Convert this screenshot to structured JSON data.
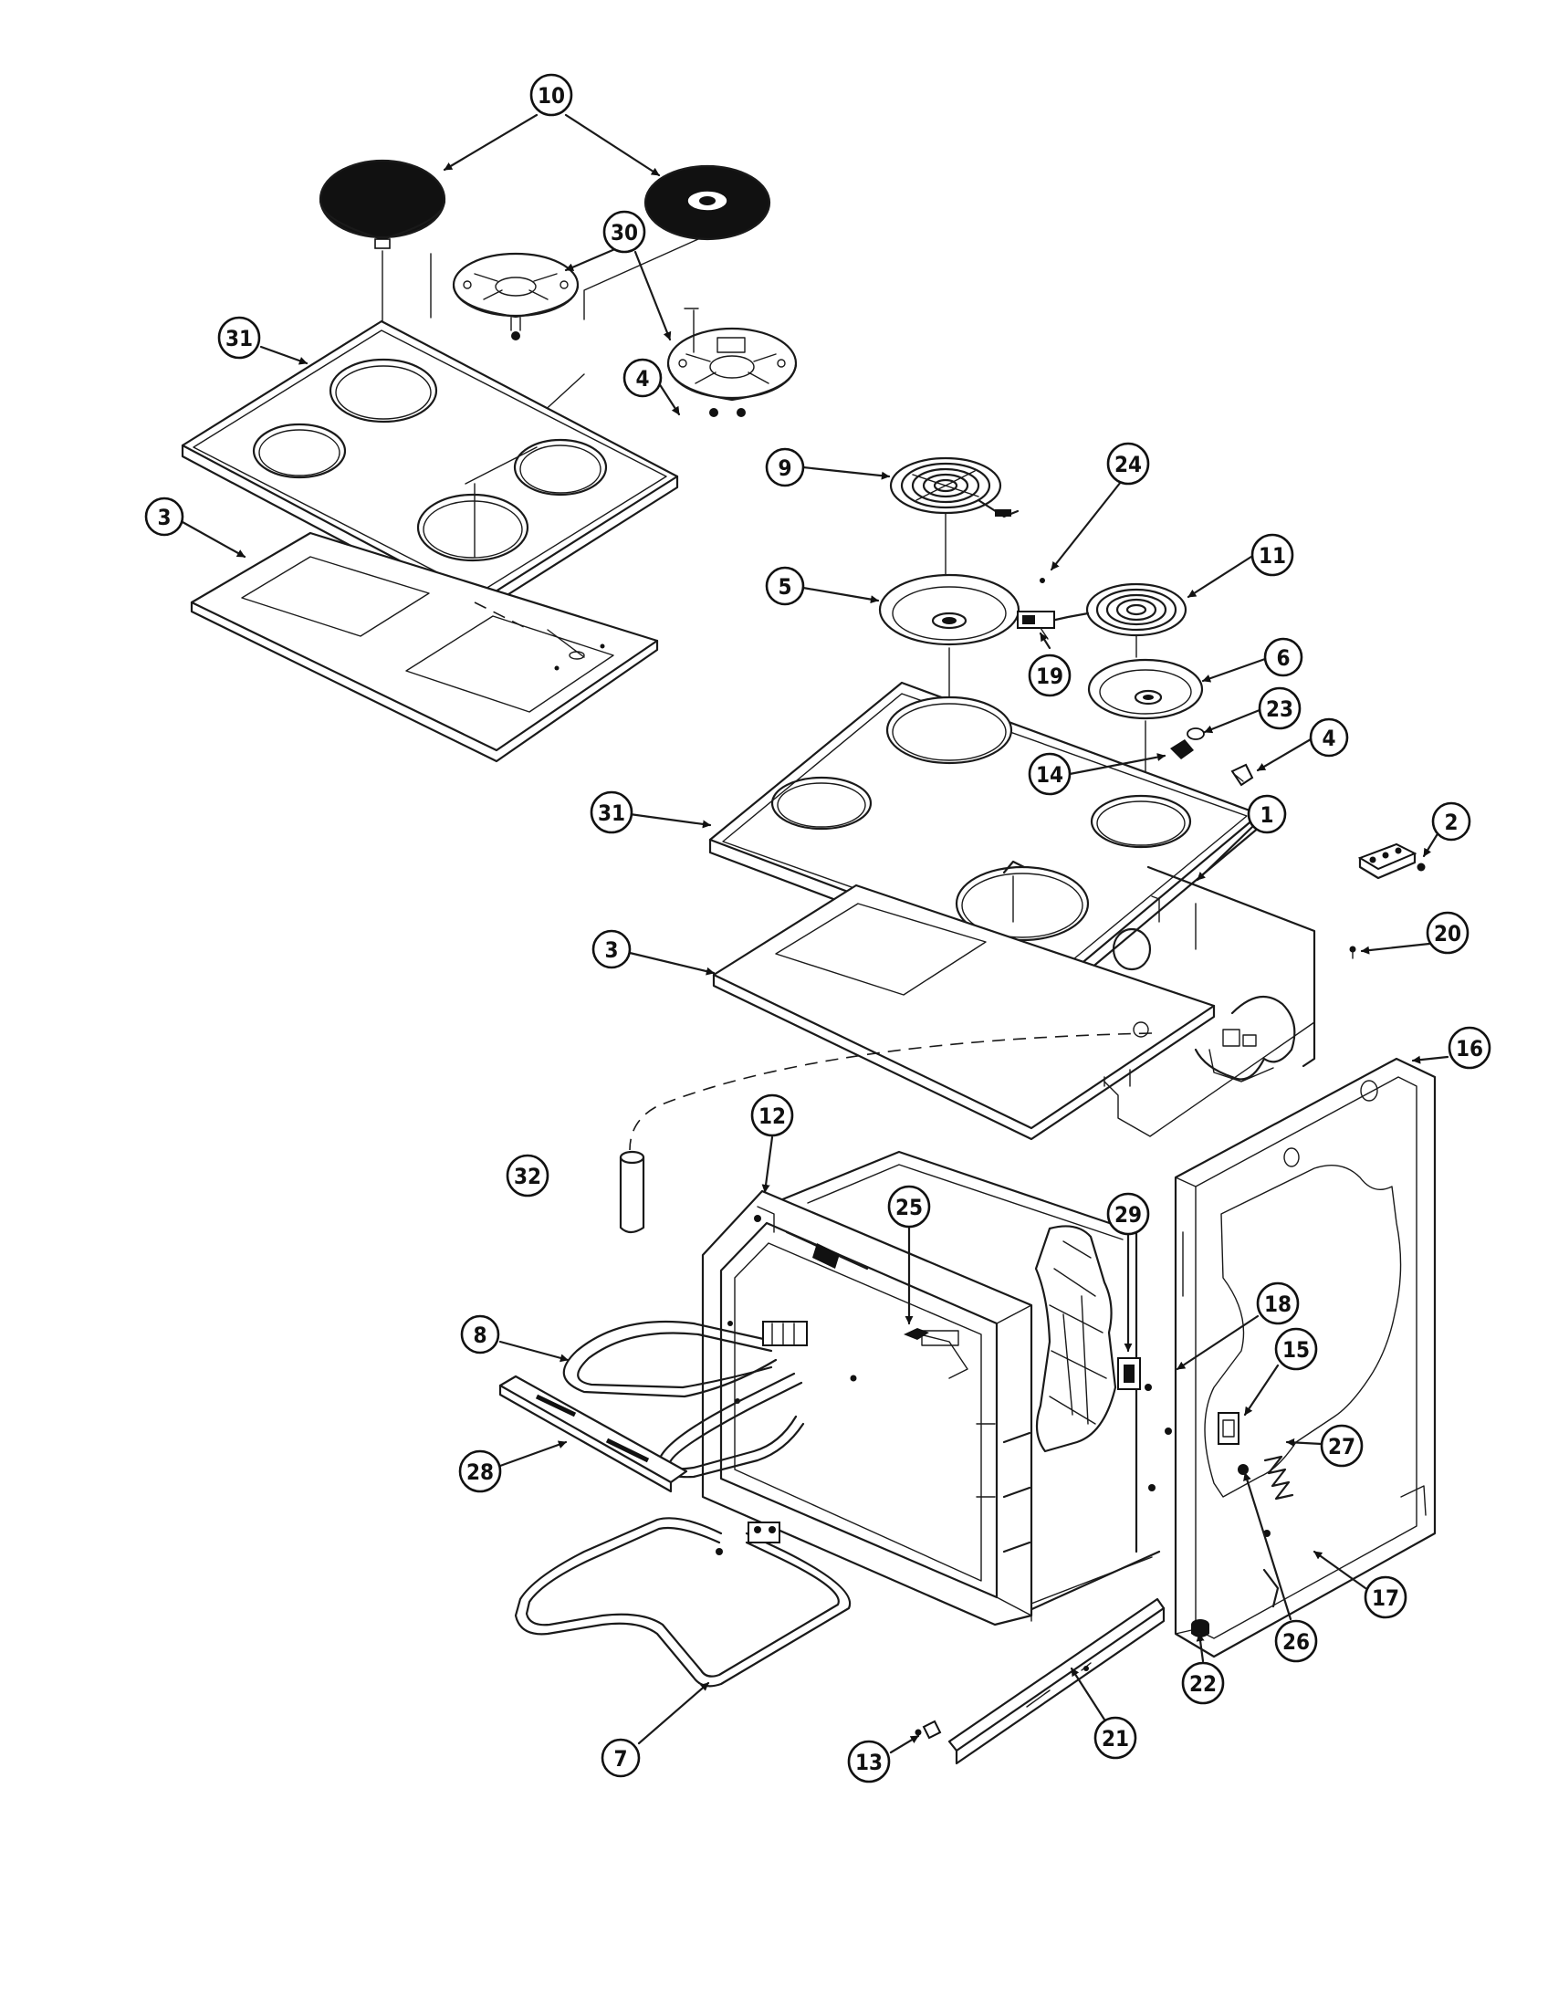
{
  "callouts": [
    "1",
    "2",
    "3",
    "4",
    "5",
    "6",
    "7",
    "8",
    "9",
    "10",
    "11",
    "12",
    "13",
    "14",
    "15",
    "16",
    "17",
    "18",
    "19",
    "20",
    "21",
    "22",
    "23",
    "24",
    "25",
    "26",
    "27",
    "28",
    "29",
    "30",
    "31",
    "32"
  ],
  "callout_instances": [
    {
      "label": "10"
    },
    {
      "label": "30"
    },
    {
      "label": "31"
    },
    {
      "label": "4"
    },
    {
      "label": "3"
    },
    {
      "label": "9"
    },
    {
      "label": "24"
    },
    {
      "label": "5"
    },
    {
      "label": "11"
    },
    {
      "label": "19"
    },
    {
      "label": "6"
    },
    {
      "label": "23"
    },
    {
      "label": "14"
    },
    {
      "label": "4"
    },
    {
      "label": "31"
    },
    {
      "label": "1"
    },
    {
      "label": "2"
    },
    {
      "label": "3"
    },
    {
      "label": "20"
    },
    {
      "label": "16"
    },
    {
      "label": "12"
    },
    {
      "label": "32"
    },
    {
      "label": "25"
    },
    {
      "label": "29"
    },
    {
      "label": "18"
    },
    {
      "label": "15"
    },
    {
      "label": "8"
    },
    {
      "label": "27"
    },
    {
      "label": "28"
    },
    {
      "label": "17"
    },
    {
      "label": "26"
    },
    {
      "label": "22"
    },
    {
      "label": "21"
    },
    {
      "label": "7"
    },
    {
      "label": "13"
    }
  ]
}
